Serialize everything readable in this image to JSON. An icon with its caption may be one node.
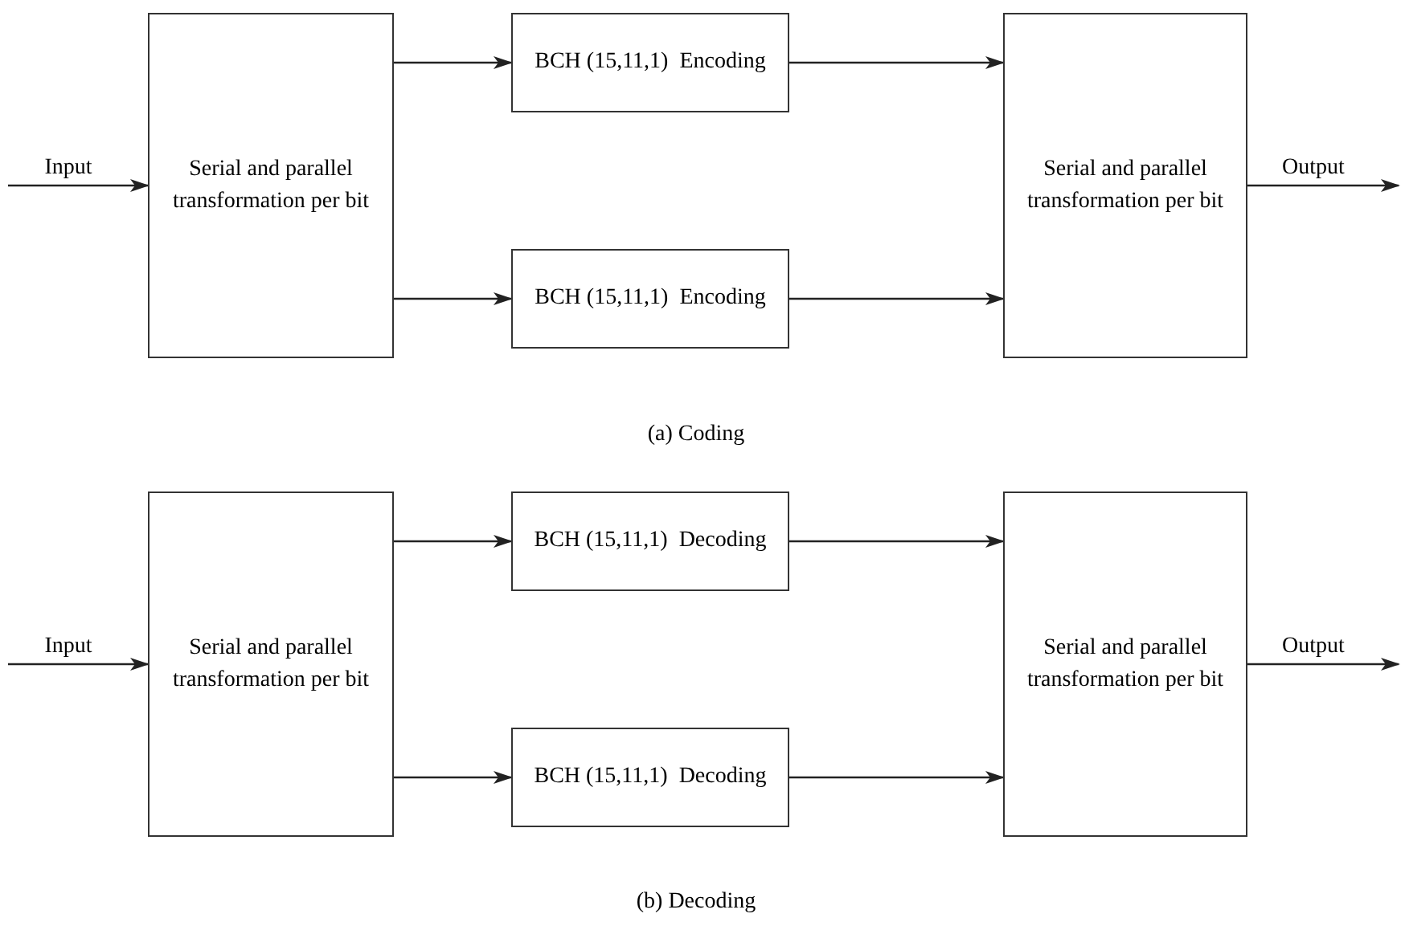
{
  "diagram": {
    "nodes": [
      {
        "text": [
          "Serial and parallel transformation per bit"
        ]
      },
      {
        "text": [
          "BCH (15,11,1)  Encoding"
        ]
      },
      {
        "text": [
          "BCH (15,11,1)  Encoding"
        ]
      },
      {
        "text": [
          "Serial and parallel transformation per bit"
        ]
      },
      {
        "text": [
          "Serial and parallel transformation per bit"
        ]
      },
      {
        "text": [
          "BCH (15,11,1)  Decoding"
        ]
      },
      {
        "text": [
          "BCH (15,11,1)  Decoding"
        ]
      },
      {
        "text": [
          "Serial and parallel transformation per bit"
        ]
      }
    ],
    "edges": [
      {
        "from": null,
        "to": 0,
        "arrow": "to",
        "label": "Input"
      },
      {
        "from": 0,
        "to": 1,
        "arrow": "to"
      },
      {
        "from": 0,
        "to": 2,
        "arrow": "to"
      },
      {
        "from": 1,
        "to": 3,
        "arrow": "to"
      },
      {
        "from": 2,
        "to": 3,
        "arrow": "to"
      },
      {
        "from": 3,
        "to": null,
        "arrow": "to",
        "label": "Output"
      },
      {
        "from": null,
        "to": 4,
        "arrow": "to",
        "label": "Input"
      },
      {
        "from": 4,
        "to": 5,
        "arrow": "to"
      },
      {
        "from": 4,
        "to": 6,
        "arrow": "to"
      },
      {
        "from": 5,
        "to": 7,
        "arrow": "to"
      },
      {
        "from": 6,
        "to": 7,
        "arrow": "to"
      },
      {
        "from": 7,
        "to": null,
        "arrow": "to",
        "label": "Output"
      }
    ],
    "labels": [
      "(a) Coding",
      "(b) Decoding"
    ]
  }
}
